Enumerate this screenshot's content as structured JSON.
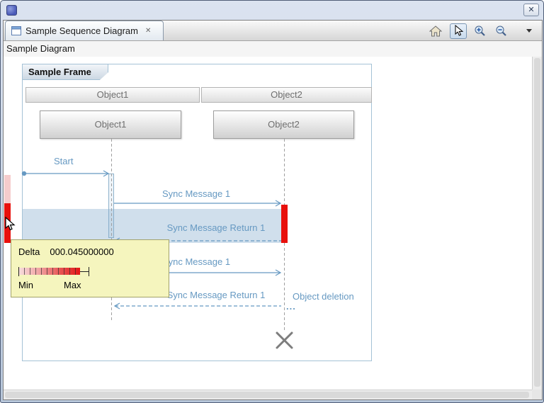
{
  "window": {
    "close_glyph": "✕"
  },
  "tabbar": {
    "tab_label": "Sample Sequence Diagram",
    "tab_close_glyph": "✕"
  },
  "view": {
    "label": "Sample Diagram"
  },
  "diagram": {
    "frame_label": "Sample Frame",
    "column_headers": [
      "Object1",
      "Object2"
    ],
    "lifelines": [
      "Object1",
      "Object2"
    ],
    "messages": {
      "start": "Start",
      "sync_1": "Sync Message 1",
      "sync_return_1": "Sync Message Return 1",
      "sync_2": "Sync Message 1",
      "sync_return_2": "Sync Message Return 1"
    },
    "object_deletion": "Object deletion",
    "ellipsis": "...",
    "colors": {
      "message_blue": "#6699c2",
      "selection_highlight": "#cfe0ee",
      "execution_red": "#e8100c",
      "time_compression_pink": "#f5cccc"
    }
  },
  "tooltip": {
    "title": "Delta",
    "value": "000.045000000",
    "min": "Min",
    "max": "Max",
    "background": "#f5f5be"
  }
}
